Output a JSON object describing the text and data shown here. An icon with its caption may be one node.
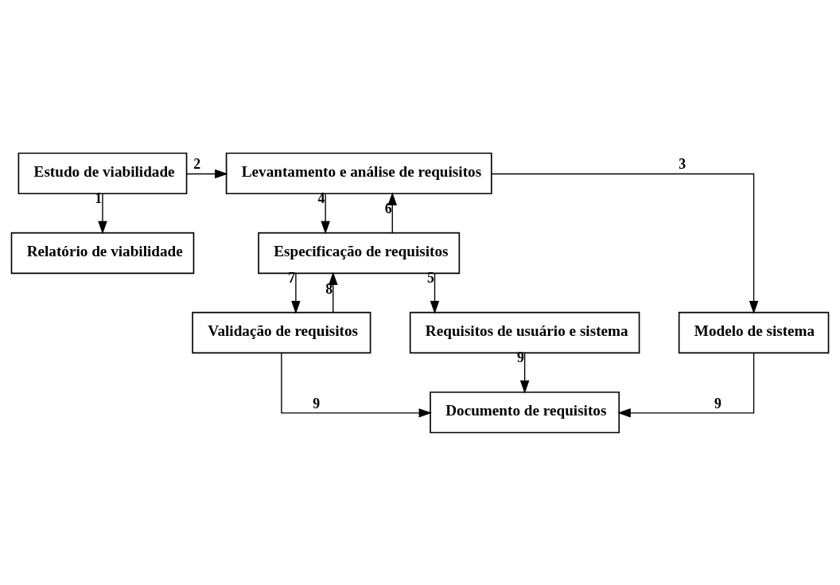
{
  "diagram": {
    "nodes": [
      {
        "text": [
          "Estudo de viabilidade"
        ]
      },
      {
        "text": [
          "Levantamento e análise de requisitos"
        ]
      },
      {
        "text": [
          "Especificação de requisitos"
        ]
      },
      {
        "text": [
          "Validação de requisitos"
        ]
      },
      {
        "text": [
          "Relatório de viabilidade"
        ]
      },
      {
        "text": [
          "Modelo de sistema"
        ]
      },
      {
        "text": [
          "Requisitos de usuário e sistema"
        ]
      },
      {
        "text": [
          "Documento de requisitos"
        ]
      }
    ],
    "edges": [
      {
        "from": 0,
        "to": 4,
        "arrow": "to",
        "label": "1"
      },
      {
        "from": 0,
        "to": 1,
        "arrow": "to",
        "label": "2"
      },
      {
        "from": 1,
        "to": 5,
        "arrow": "to",
        "label": "3"
      },
      {
        "from": 1,
        "to": 2,
        "arrow": "to",
        "label": "4"
      },
      {
        "from": 2,
        "to": 6,
        "arrow": "to",
        "label": "5"
      },
      {
        "from": 2,
        "to": 1,
        "arrow": "to",
        "label": "6"
      },
      {
        "from": 2,
        "to": 3,
        "arrow": "to",
        "label": "7"
      },
      {
        "from": 3,
        "to": 2,
        "arrow": "to",
        "label": "8"
      },
      {
        "from": 3,
        "to": 7,
        "arrow": "to",
        "label": "9"
      },
      {
        "from": 6,
        "to": 7,
        "arrow": "to",
        "label": "9"
      },
      {
        "from": 5,
        "to": 7,
        "arrow": "to",
        "label": "9"
      }
    ]
  }
}
